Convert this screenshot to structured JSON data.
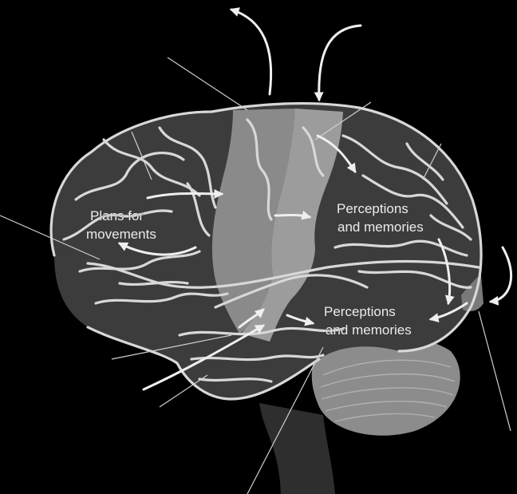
{
  "labels": {
    "frontal": [
      "Plans for",
      "movements"
    ],
    "parietal": [
      "Perceptions",
      "and memories"
    ],
    "temporal": [
      "Perceptions",
      "and memories"
    ]
  },
  "colors": {
    "background": "#000000",
    "cortex": "#3c3c3c",
    "motor_strip": "#8a8a8a",
    "sensory_strip": "#9c9c9c",
    "visual_area": "#7a7a7a",
    "cerebellum": "#8c8c8c",
    "sulci_lines": "#d8d8d8",
    "arrows": "#efefef"
  }
}
